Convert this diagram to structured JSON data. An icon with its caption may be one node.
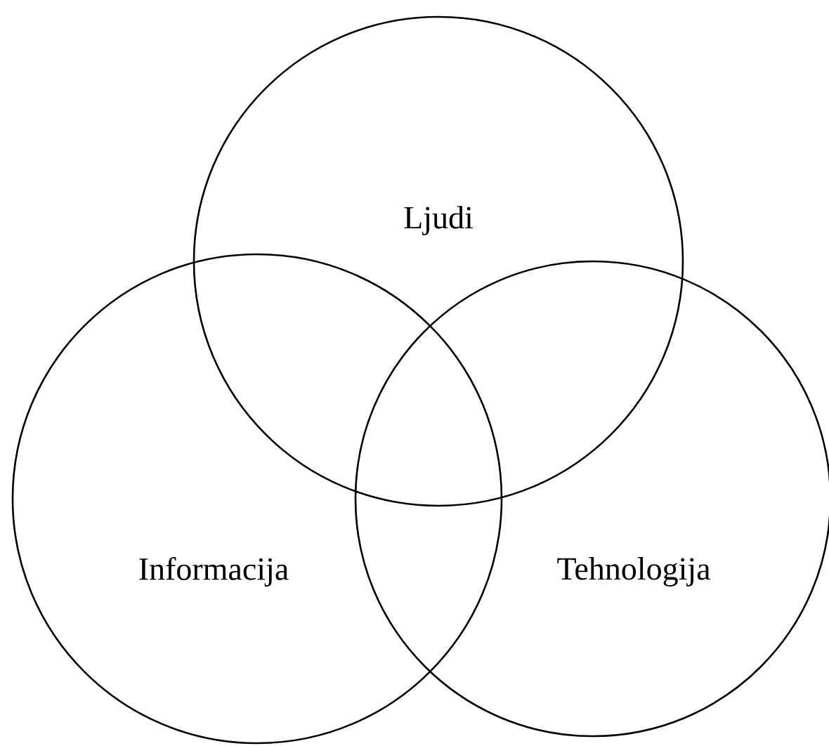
{
  "diagram": {
    "nodes": [
      {
        "text": [
          "Ljudi"
        ]
      },
      {
        "text": [
          "Informacija"
        ]
      },
      {
        "text": [
          "Tehnologija"
        ]
      }
    ]
  }
}
